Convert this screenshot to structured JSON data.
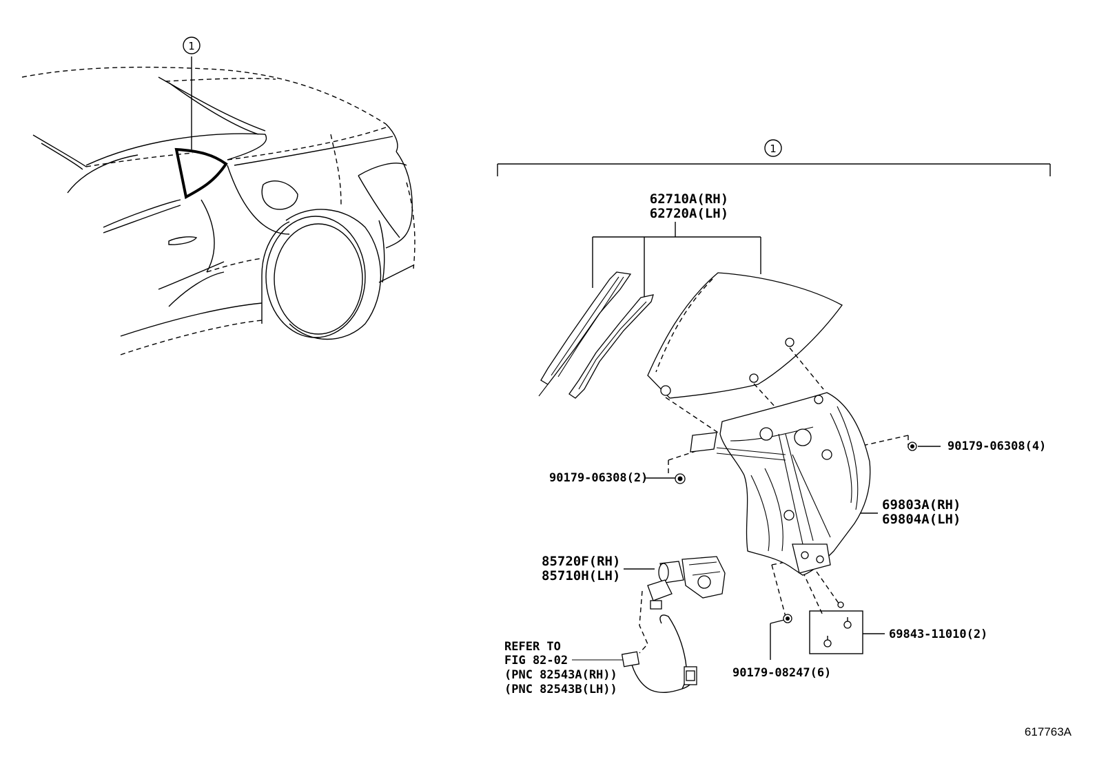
{
  "diagram": {
    "ref_symbol": "1",
    "figure_id": "617763A",
    "parts": [
      {
        "id": "glass",
        "lines": [
          "62710A(RH)",
          "62720A(LH)"
        ]
      },
      {
        "id": "nut_top",
        "lines": [
          "90179-06308(4)"
        ]
      },
      {
        "id": "nut_left",
        "lines": [
          "90179-06308(2)"
        ]
      },
      {
        "id": "regulator",
        "lines": [
          "69803A(RH)",
          "69804A(LH)"
        ]
      },
      {
        "id": "motor",
        "lines": [
          "85720F(RH)",
          "85710H(LH)"
        ]
      },
      {
        "id": "bolt",
        "lines": [
          "69843-11010(2)"
        ]
      },
      {
        "id": "nut_bottom",
        "lines": [
          "90179-08247(6)"
        ]
      }
    ],
    "refer": {
      "lines": [
        "REFER TO",
        "FIG 82-02",
        "(PNC 82543A(RH))",
        "(PNC 82543B(LH))"
      ]
    }
  }
}
